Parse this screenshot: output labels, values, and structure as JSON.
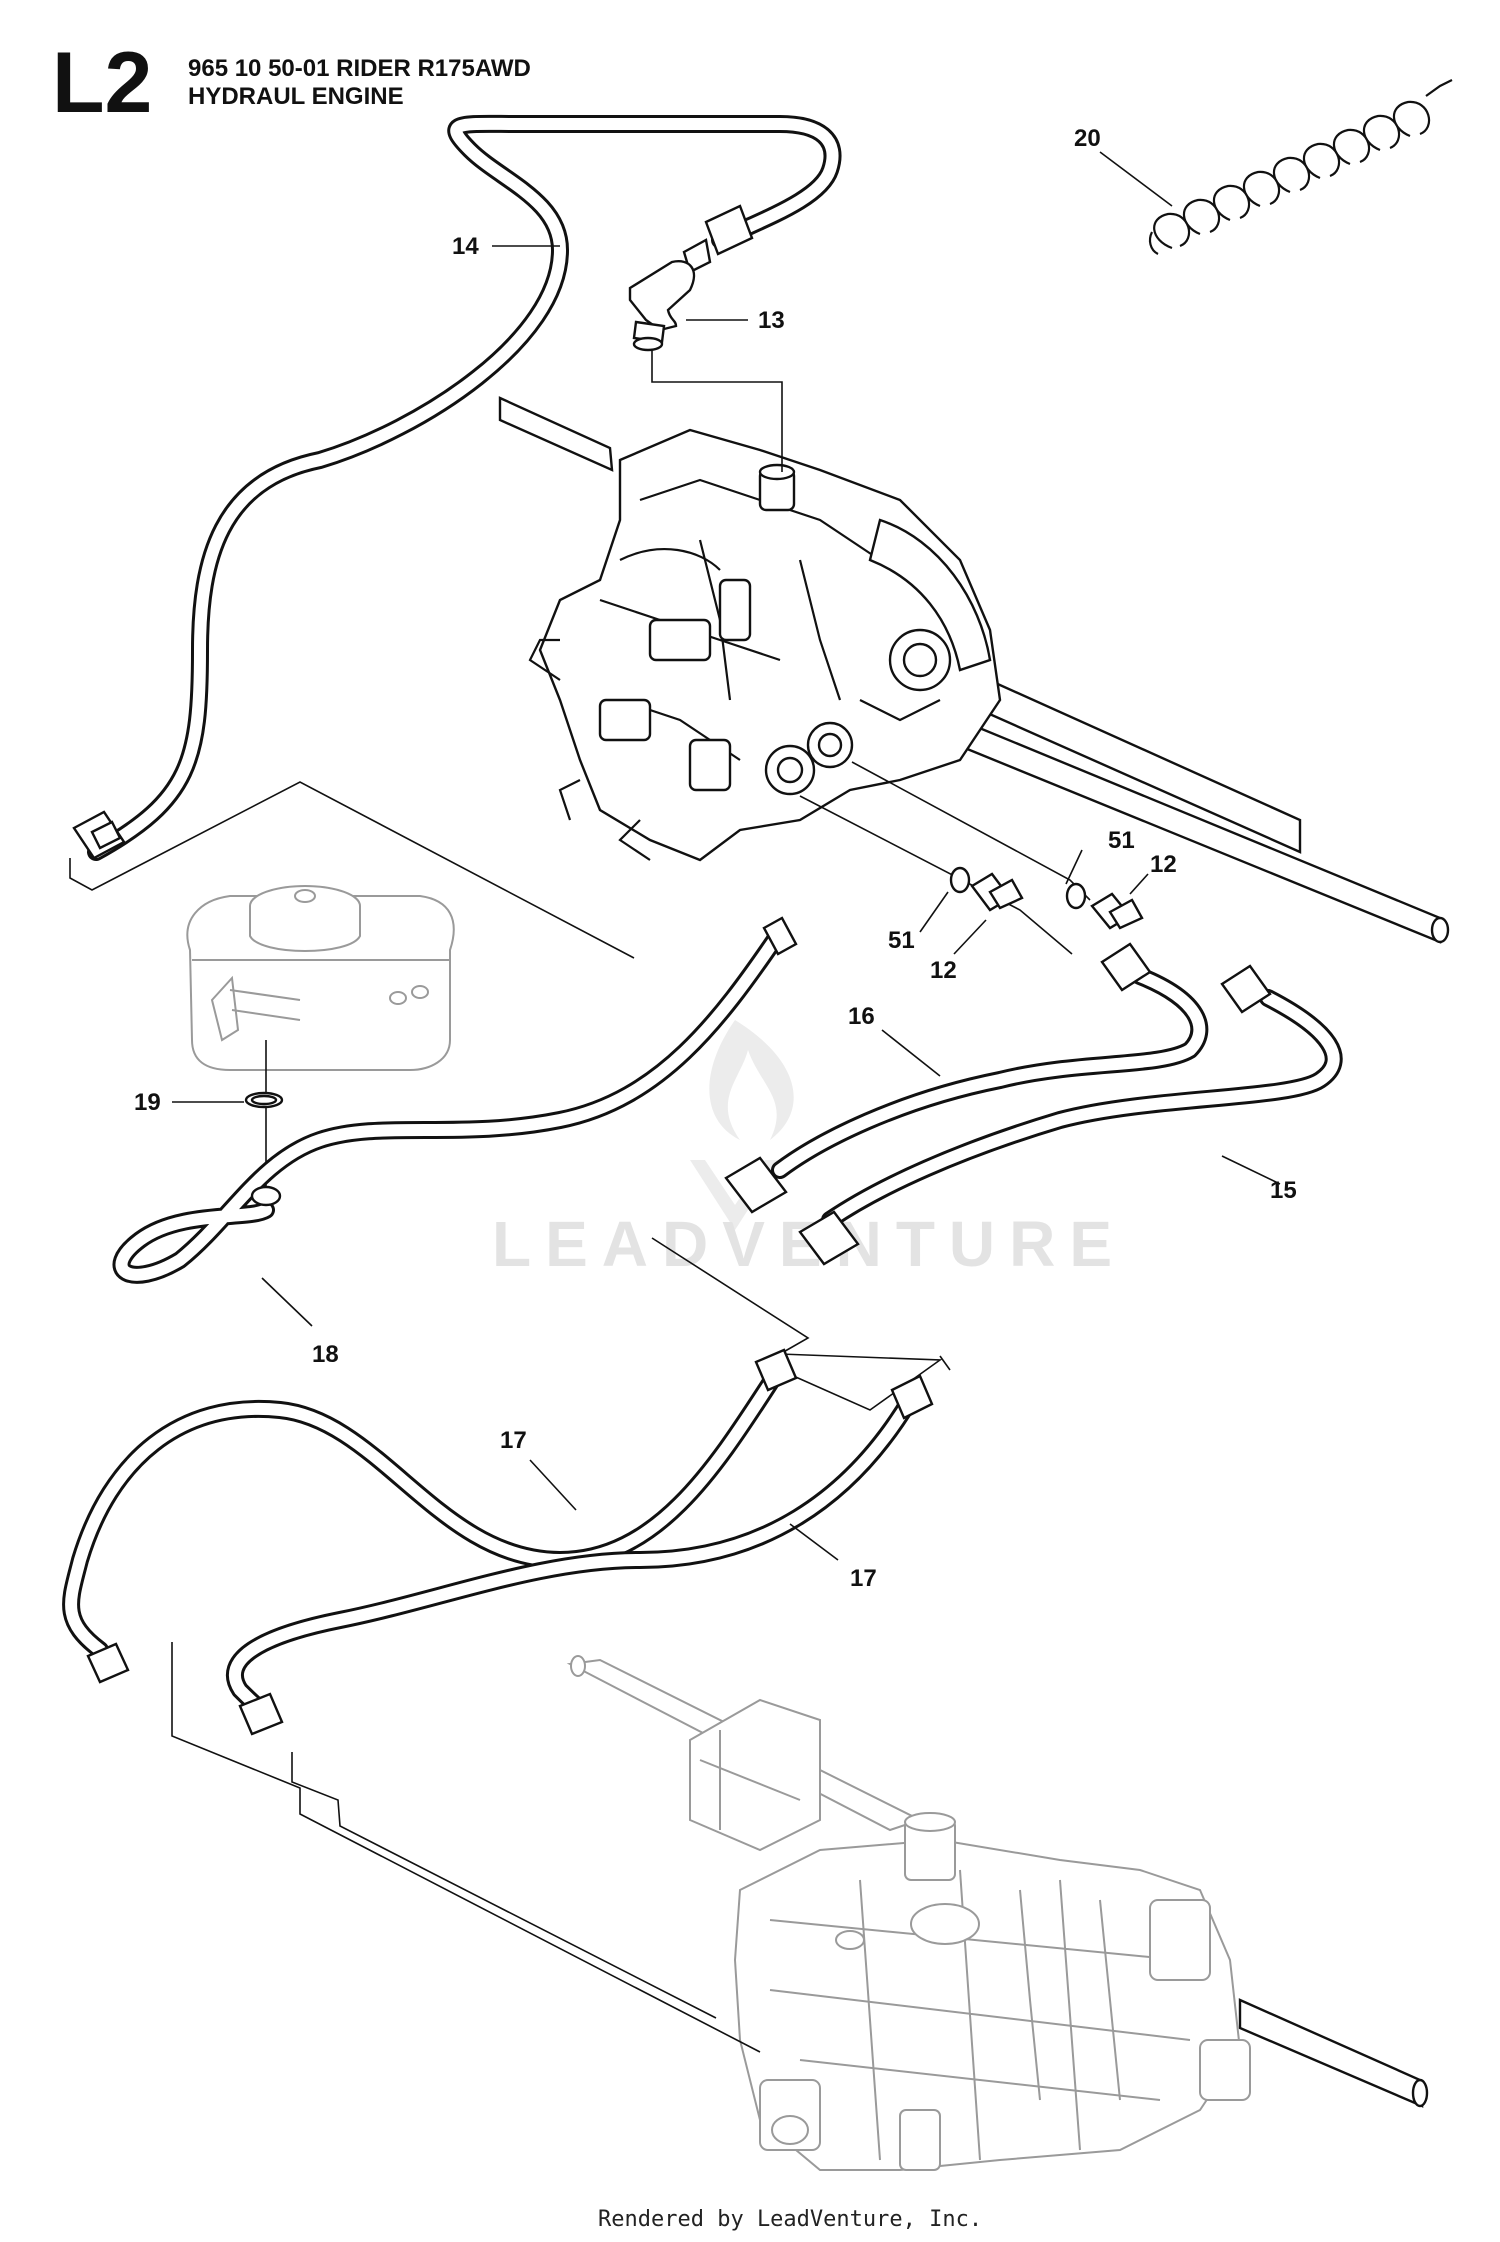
{
  "header": {
    "section_code": "L2",
    "model_line": "965 10 50-01 RIDER R175AWD",
    "section_title": "HYDRAUL ENGINE"
  },
  "callouts": [
    {
      "id": "c20",
      "label": "20"
    },
    {
      "id": "c14",
      "label": "14"
    },
    {
      "id": "c13",
      "label": "13"
    },
    {
      "id": "c51a",
      "label": "51"
    },
    {
      "id": "c12a",
      "label": "12"
    },
    {
      "id": "c51b",
      "label": "51"
    },
    {
      "id": "c12b",
      "label": "12"
    },
    {
      "id": "c16",
      "label": "16"
    },
    {
      "id": "c19",
      "label": "19"
    },
    {
      "id": "c15",
      "label": "15"
    },
    {
      "id": "c18",
      "label": "18"
    },
    {
      "id": "c17a",
      "label": "17"
    },
    {
      "id": "c17b",
      "label": "17"
    }
  ],
  "watermark": "LEADVENTURE",
  "footer": "Rendered by LeadVenture, Inc."
}
